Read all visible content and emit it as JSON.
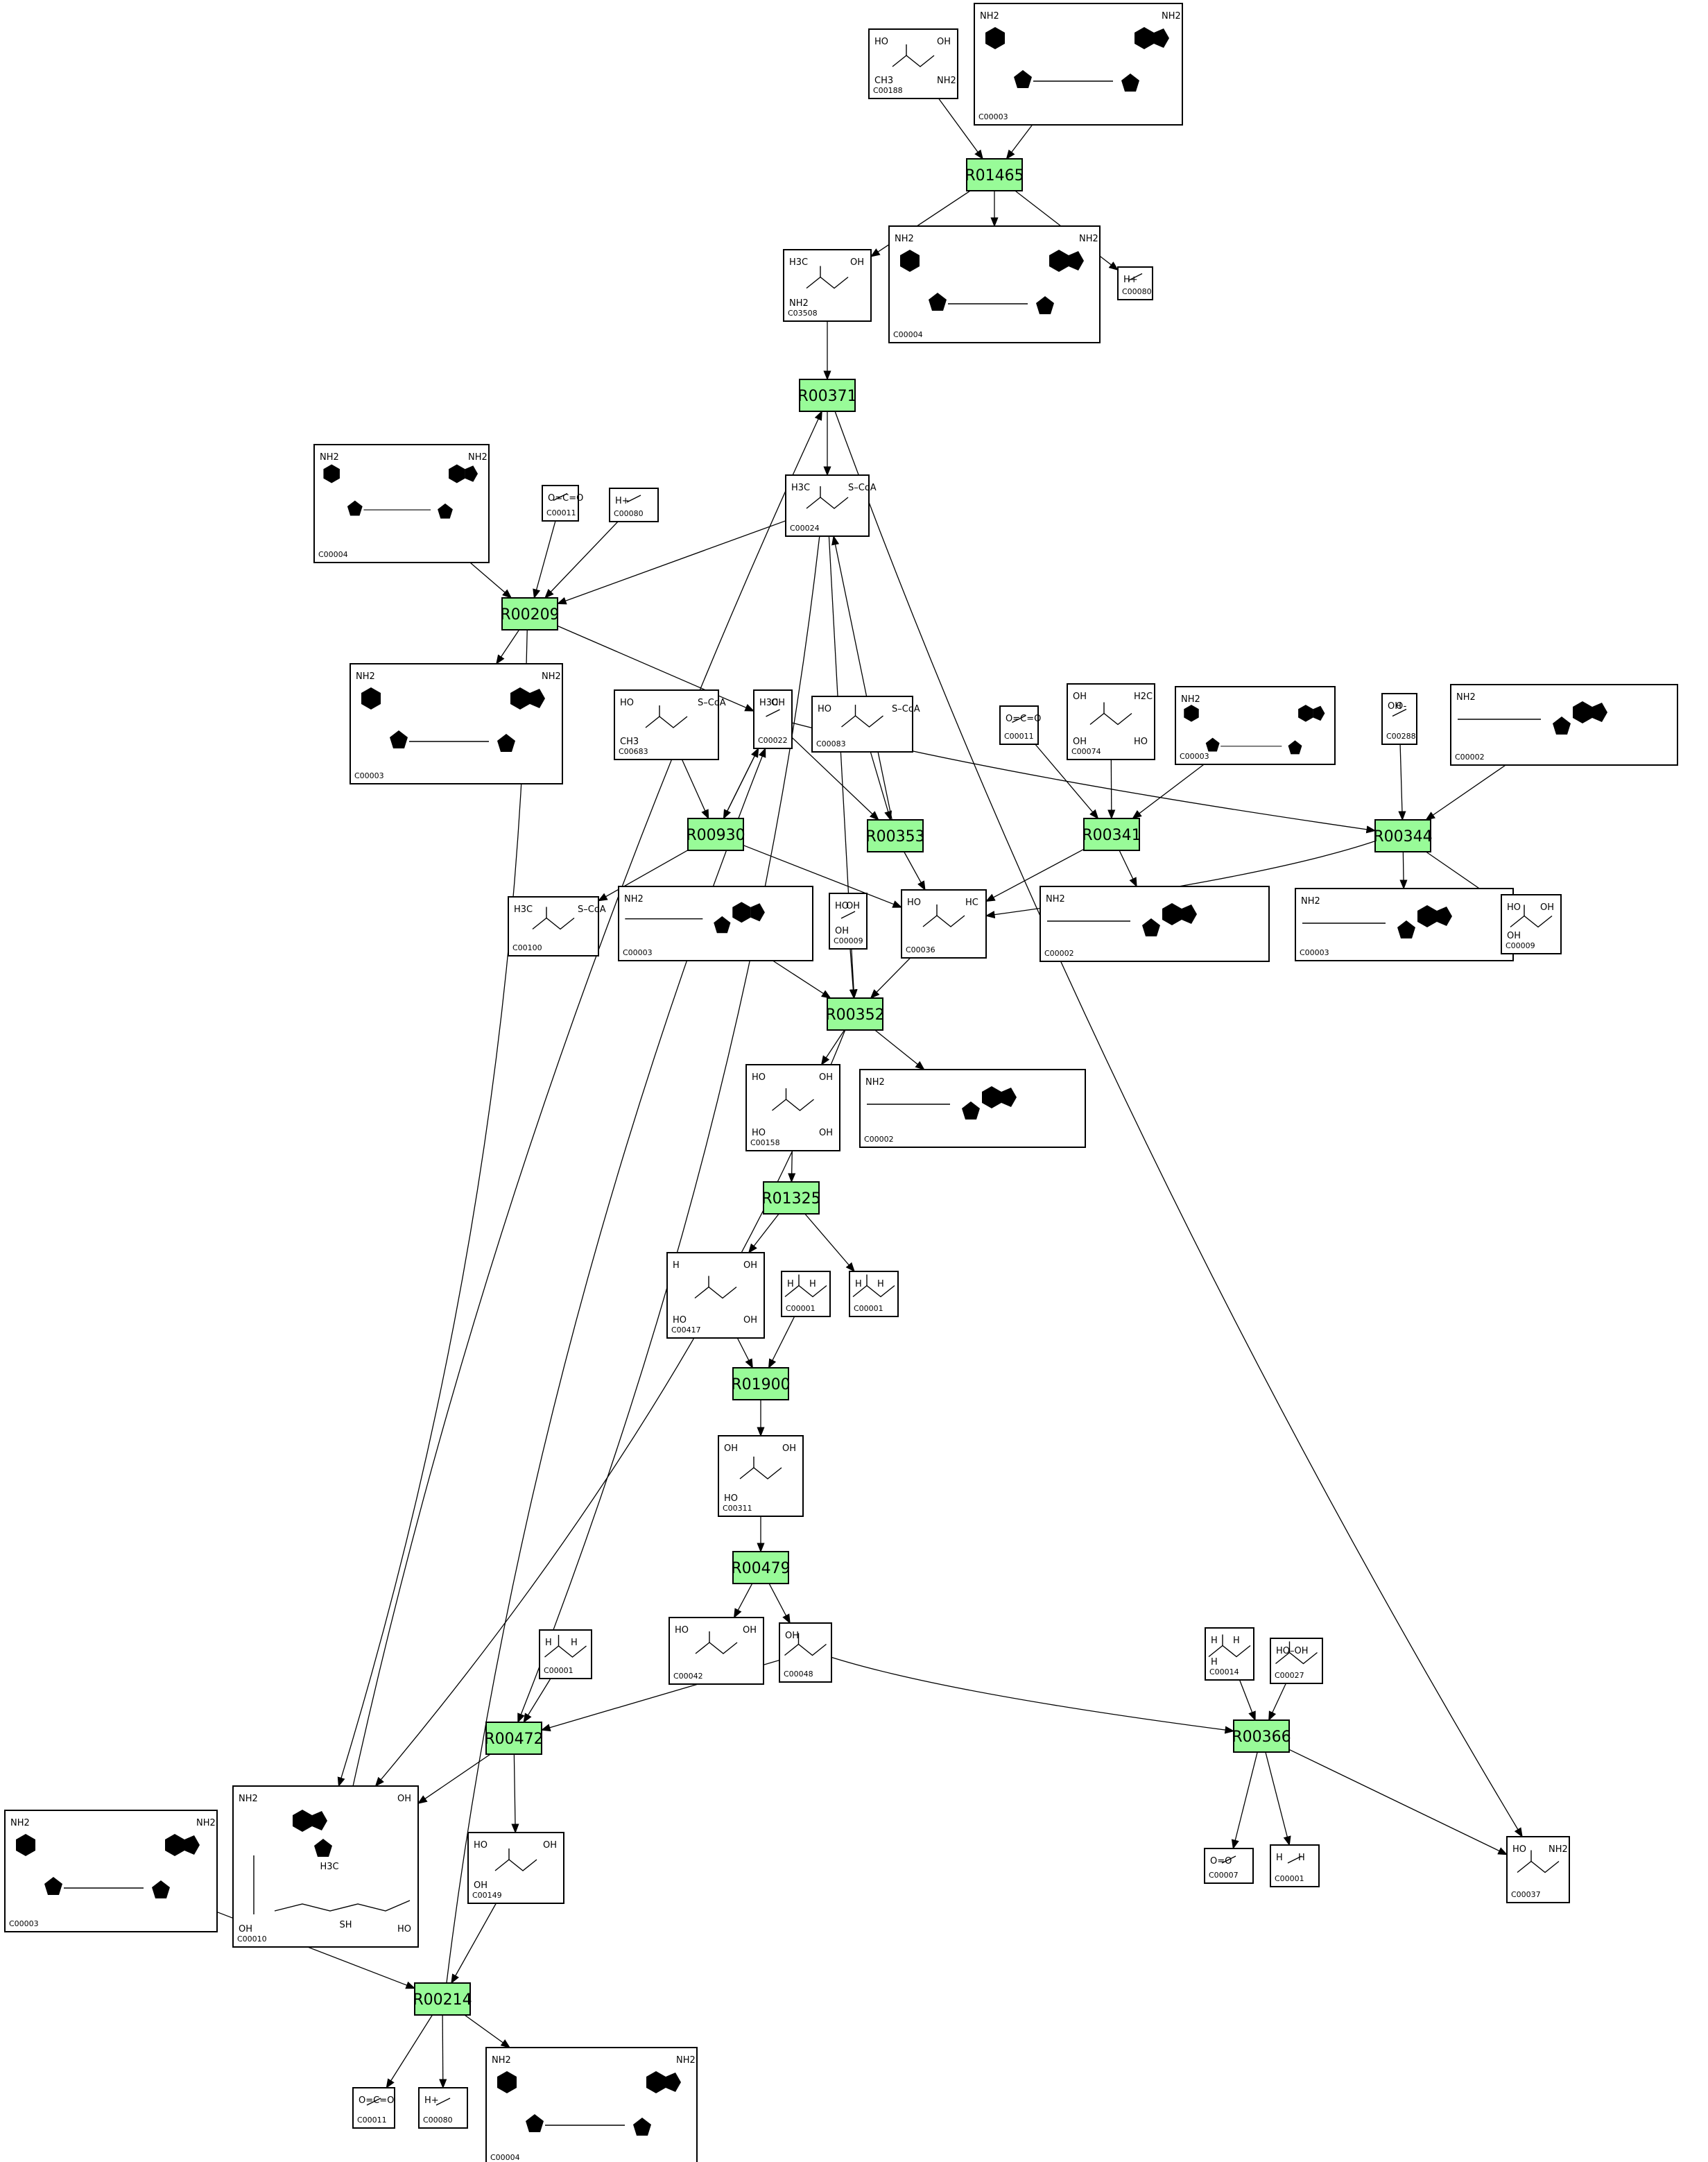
{
  "reactions": [
    {
      "id": "R01465"
    },
    {
      "id": "R00371"
    },
    {
      "id": "R00209"
    },
    {
      "id": "R00930"
    },
    {
      "id": "R00353"
    },
    {
      "id": "R00341"
    },
    {
      "id": "R00344"
    },
    {
      "id": "R00352"
    },
    {
      "id": "R01325"
    },
    {
      "id": "R01900"
    },
    {
      "id": "R00479"
    },
    {
      "id": "R00472"
    },
    {
      "id": "R00366"
    },
    {
      "id": "R00214"
    }
  ],
  "compounds": [
    {
      "id": "C00188",
      "kind": "small",
      "atoms": [
        "HO",
        "OH",
        "CH3",
        "NH2"
      ]
    },
    {
      "id": "C00003",
      "kind": "nad",
      "atoms": [
        "NH2",
        "NH2"
      ]
    },
    {
      "id": "C03508",
      "kind": "small",
      "atoms": [
        "H3C",
        "OH",
        "NH2"
      ]
    },
    {
      "id": "C00004",
      "kind": "nad",
      "atoms": [
        "NH2",
        "NH2"
      ]
    },
    {
      "id": "C00080",
      "kind": "small",
      "atoms": [
        "H+"
      ]
    },
    {
      "id": "C00004",
      "kind": "nad",
      "atoms": [
        "NH2",
        "NH2"
      ]
    },
    {
      "id": "C00011",
      "kind": "small",
      "atoms": [
        "O=C=O"
      ]
    },
    {
      "id": "C00080",
      "kind": "small",
      "atoms": [
        "H+"
      ]
    },
    {
      "id": "C00024",
      "kind": "small",
      "atoms": [
        "H3C",
        "S–CoA"
      ]
    },
    {
      "id": "C00003",
      "kind": "nad",
      "atoms": [
        "NH2",
        "NH2"
      ]
    },
    {
      "id": "C00683",
      "kind": "small",
      "atoms": [
        "HO",
        "S–CoA",
        "CH3"
      ]
    },
    {
      "id": "C00022",
      "kind": "small",
      "atoms": [
        "H3C",
        "OH"
      ]
    },
    {
      "id": "C00083",
      "kind": "small",
      "atoms": [
        "HO",
        "S–CoA"
      ]
    },
    {
      "id": "C00011",
      "kind": "small",
      "atoms": [
        "O=C=O"
      ]
    },
    {
      "id": "C00074",
      "kind": "small",
      "atoms": [
        "OH",
        "H2C",
        "OH",
        "HO"
      ]
    },
    {
      "id": "C00003",
      "kind": "nad",
      "atoms": [
        "NH2"
      ]
    },
    {
      "id": "C00288",
      "kind": "small",
      "atoms": [
        "OH",
        "O-"
      ]
    },
    {
      "id": "C00002",
      "kind": "atp",
      "atoms": [
        "NH2"
      ]
    },
    {
      "id": "C00100",
      "kind": "small",
      "atoms": [
        "H3C",
        "S–CoA"
      ]
    },
    {
      "id": "C00003",
      "kind": "atp",
      "atoms": [
        "NH2"
      ]
    },
    {
      "id": "C00009",
      "kind": "small",
      "atoms": [
        "HO",
        "OH",
        "OH"
      ]
    },
    {
      "id": "C00036",
      "kind": "small",
      "atoms": [
        "HO",
        "HC"
      ]
    },
    {
      "id": "C00002",
      "kind": "atp",
      "atoms": [
        "NH2"
      ]
    },
    {
      "id": "C00003",
      "kind": "atp",
      "atoms": [
        "NH2"
      ]
    },
    {
      "id": "C00009",
      "kind": "small",
      "atoms": [
        "HO",
        "OH",
        "OH"
      ]
    },
    {
      "id": "C00158",
      "kind": "small",
      "atoms": [
        "HO",
        "OH",
        "HO",
        "OH"
      ]
    },
    {
      "id": "C00002",
      "kind": "atp",
      "atoms": [
        "NH2"
      ]
    },
    {
      "id": "C00417",
      "kind": "small",
      "atoms": [
        "H",
        "OH",
        "HO",
        "OH"
      ]
    },
    {
      "id": "C00001",
      "kind": "small",
      "atoms": [
        "H",
        "H"
      ]
    },
    {
      "id": "C00001",
      "kind": "small",
      "atoms": [
        "H",
        "H"
      ]
    },
    {
      "id": "C00311",
      "kind": "small",
      "atoms": [
        "OH",
        "OH",
        "HO"
      ]
    },
    {
      "id": "C00042",
      "kind": "small",
      "atoms": [
        "HO",
        "OH"
      ]
    },
    {
      "id": "C00048",
      "kind": "small",
      "atoms": [
        "OH"
      ]
    },
    {
      "id": "C00001",
      "kind": "small",
      "atoms": [
        "H",
        "H"
      ]
    },
    {
      "id": "C00014",
      "kind": "small",
      "atoms": [
        "H",
        "H",
        "H"
      ]
    },
    {
      "id": "C00027",
      "kind": "small",
      "atoms": [
        "HO–OH"
      ]
    },
    {
      "id": "C00003",
      "kind": "nad",
      "atoms": [
        "NH2",
        "NH2"
      ]
    },
    {
      "id": "C00010",
      "kind": "coa",
      "atoms": [
        "NH2",
        "OH",
        "OH",
        "HO",
        "H3C",
        "SH"
      ]
    },
    {
      "id": "C00149",
      "kind": "small",
      "atoms": [
        "HO",
        "OH",
        "OH"
      ]
    },
    {
      "id": "C00007",
      "kind": "small",
      "atoms": [
        "O=O"
      ]
    },
    {
      "id": "C00001",
      "kind": "small",
      "atoms": [
        "H",
        "H"
      ]
    },
    {
      "id": "C00037",
      "kind": "small",
      "atoms": [
        "HO",
        "NH2"
      ]
    },
    {
      "id": "C00011",
      "kind": "small",
      "atoms": [
        "O=C=O"
      ]
    },
    {
      "id": "C00080",
      "kind": "small",
      "atoms": [
        "H+"
      ]
    },
    {
      "id": "C00004",
      "kind": "nad",
      "atoms": [
        "NH2",
        "NH2"
      ]
    }
  ],
  "edges": [
    {
      "from": "c0",
      "to": "r0"
    },
    {
      "from": "c1",
      "to": "r0"
    },
    {
      "from": "r0",
      "to": "c2"
    },
    {
      "from": "r0",
      "to": "c3"
    },
    {
      "from": "r0",
      "to": "c4"
    },
    {
      "from": "c2",
      "to": "r1"
    },
    {
      "from": "r1",
      "to": "c8"
    },
    {
      "from": "r1",
      "to": "c41"
    },
    {
      "from": "c37",
      "to": "r1"
    },
    {
      "from": "c5",
      "to": "r2"
    },
    {
      "from": "c6",
      "to": "r2"
    },
    {
      "from": "c7",
      "to": "r2"
    },
    {
      "from": "c8",
      "to": "r2"
    },
    {
      "from": "r2",
      "to": "c9"
    },
    {
      "from": "r2",
      "to": "c11"
    },
    {
      "from": "r2",
      "to": "c37"
    },
    {
      "from": "c10",
      "to": "r3"
    },
    {
      "from": "c11",
      "to": "r3"
    },
    {
      "from": "r3",
      "to": "c11"
    },
    {
      "from": "r3",
      "to": "c18"
    },
    {
      "from": "r3",
      "to": "c21"
    },
    {
      "from": "c12",
      "to": "r4"
    },
    {
      "from": "c11",
      "to": "r4"
    },
    {
      "from": "r4",
      "to": "c8"
    },
    {
      "from": "r4",
      "to": "c21"
    },
    {
      "from": "c13",
      "to": "r5"
    },
    {
      "from": "c14",
      "to": "r5"
    },
    {
      "from": "c15",
      "to": "r5"
    },
    {
      "from": "r5",
      "to": "c21"
    },
    {
      "from": "r5",
      "to": "c22"
    },
    {
      "from": "c16",
      "to": "r6"
    },
    {
      "from": "c17",
      "to": "r6"
    },
    {
      "from": "c11",
      "to": "r6"
    },
    {
      "from": "r6",
      "to": "c21"
    },
    {
      "from": "r6",
      "to": "c23"
    },
    {
      "from": "r6",
      "to": "c24"
    },
    {
      "from": "c19",
      "to": "r7"
    },
    {
      "from": "c20",
      "to": "r7"
    },
    {
      "from": "c21",
      "to": "r7"
    },
    {
      "from": "c8",
      "to": "r7"
    },
    {
      "from": "r7",
      "to": "c25"
    },
    {
      "from": "r7",
      "to": "c26"
    },
    {
      "from": "r7",
      "to": "c37"
    },
    {
      "from": "c25",
      "to": "r8"
    },
    {
      "from": "r8",
      "to": "c27"
    },
    {
      "from": "r8",
      "to": "c29"
    },
    {
      "from": "c27",
      "to": "r9"
    },
    {
      "from": "c28",
      "to": "r9"
    },
    {
      "from": "r9",
      "to": "c30"
    },
    {
      "from": "c30",
      "to": "r10"
    },
    {
      "from": "r10",
      "to": "c31"
    },
    {
      "from": "r10",
      "to": "c32"
    },
    {
      "from": "c8",
      "to": "r11"
    },
    {
      "from": "c32",
      "to": "r11"
    },
    {
      "from": "c33",
      "to": "r11"
    },
    {
      "from": "r11",
      "to": "c37"
    },
    {
      "from": "r11",
      "to": "c38"
    },
    {
      "from": "c32",
      "to": "r12"
    },
    {
      "from": "c34",
      "to": "r12"
    },
    {
      "from": "c35",
      "to": "r12"
    },
    {
      "from": "r12",
      "to": "c39"
    },
    {
      "from": "r12",
      "to": "c40"
    },
    {
      "from": "r12",
      "to": "c41"
    },
    {
      "from": "c36",
      "to": "r13"
    },
    {
      "from": "c38",
      "to": "r13"
    },
    {
      "from": "r13",
      "to": "c42"
    },
    {
      "from": "r13",
      "to": "c43"
    },
    {
      "from": "r13",
      "to": "c44"
    },
    {
      "from": "r13",
      "to": "c11"
    }
  ]
}
